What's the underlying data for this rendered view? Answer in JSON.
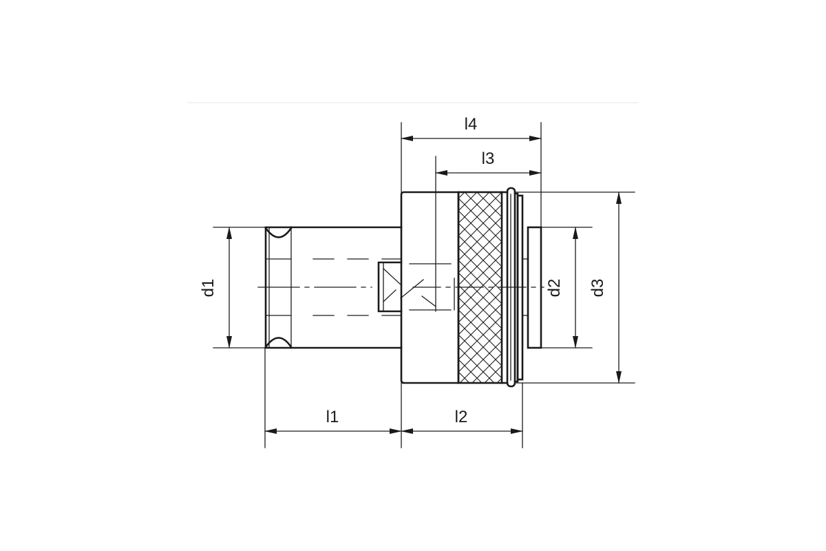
{
  "dimensions": {
    "d1": "d1",
    "d2": "d2",
    "d3": "d3",
    "l1": "l1",
    "l2": "l2",
    "l3": "l3",
    "l4": "l4"
  }
}
